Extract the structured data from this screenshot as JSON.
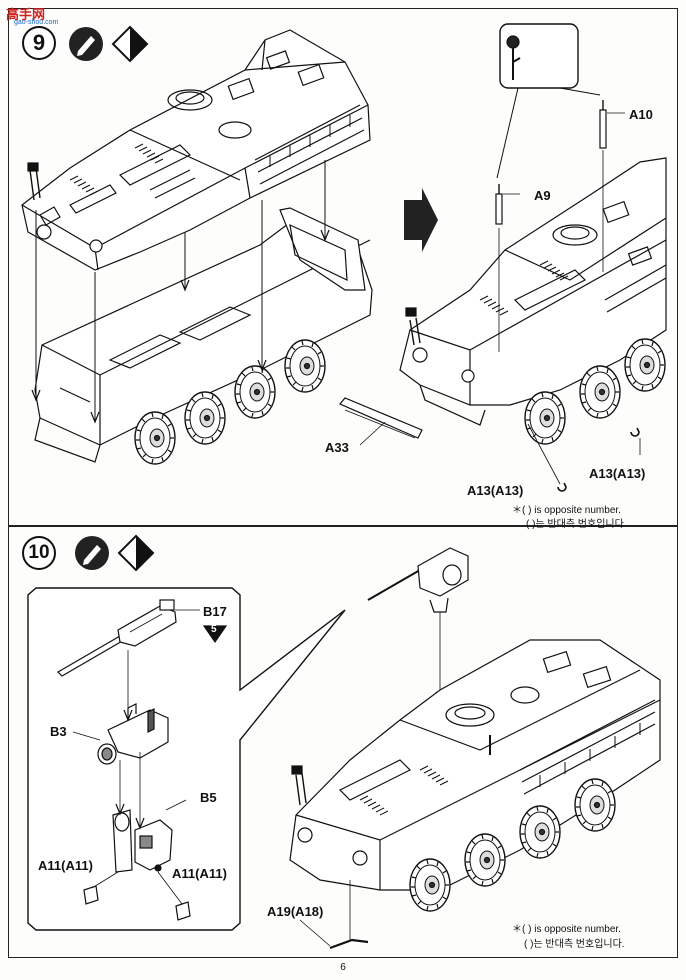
{
  "watermark": {
    "text": "高手网",
    "subtext": "gao-shou.com"
  },
  "step9": {
    "number": "9",
    "icons": [
      "cement-glue-icon",
      "flip-over-icon"
    ],
    "parts": {
      "a10": "A10",
      "a9": "A9",
      "a33": "A33",
      "a13_right": "A13(A13)",
      "a13_left": "A13(A13)"
    },
    "note_line1": "＊( ) is opposite number.",
    "note_line2": "( )는 반대측 번호입니다."
  },
  "step10": {
    "number": "10",
    "icons": [
      "cement-glue-icon",
      "flip-over-icon"
    ],
    "parts": {
      "b17": "B17",
      "b17_ref": "5",
      "b3": "B3",
      "b5": "B5",
      "a11_left": "A11(A11)",
      "a11_right": "A11(A11)",
      "a19": "A19(A18)"
    },
    "note_line1": "＊( ) is opposite number.",
    "note_line2": "( )는 반대측 번호입니다."
  },
  "footer": {
    "page_number": "6"
  }
}
